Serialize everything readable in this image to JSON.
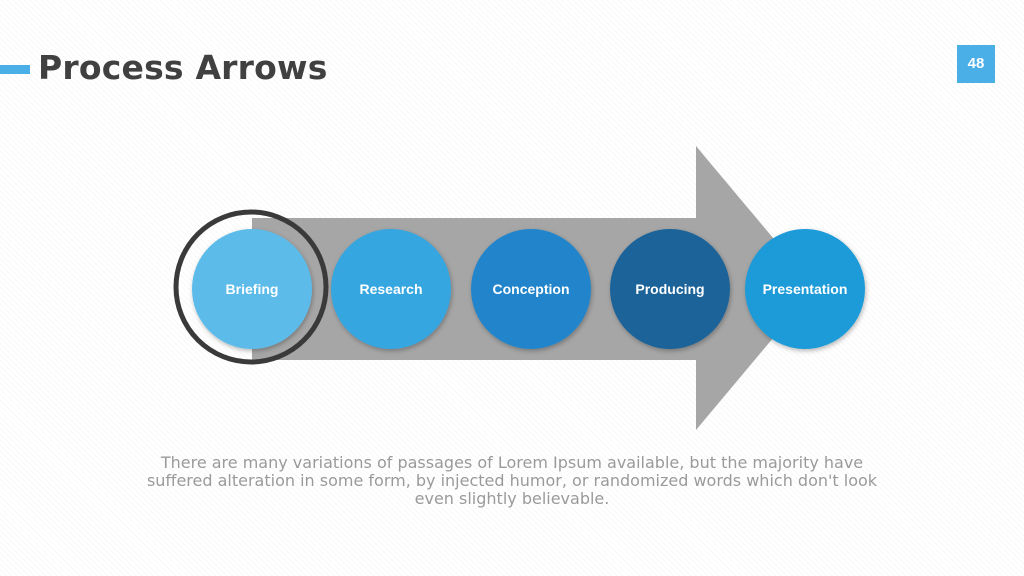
{
  "slide": {
    "title": "Process Arrows",
    "page_number": "48",
    "body_text": "There are many variations of passages of Lorem Ipsum available, but the majority have\nsuffered alteration in some form, by injected humor, or randomized words which don't look\neven slightly believable."
  },
  "diagram": {
    "arrow_color": "#a6a6a6",
    "ring_color": "#3a3a3a",
    "steps": [
      {
        "label": "Briefing",
        "color": "#5bbbe9"
      },
      {
        "label": "Research",
        "color": "#35a6e0"
      },
      {
        "label": "Conception",
        "color": "#2285cb"
      },
      {
        "label": "Producing",
        "color": "#1b6399"
      },
      {
        "label": "Presentation",
        "color": "#1d9bd8"
      }
    ]
  },
  "colors": {
    "accent": "#4aaee7",
    "title_text": "#404040",
    "body_text": "#9a9a9a"
  }
}
